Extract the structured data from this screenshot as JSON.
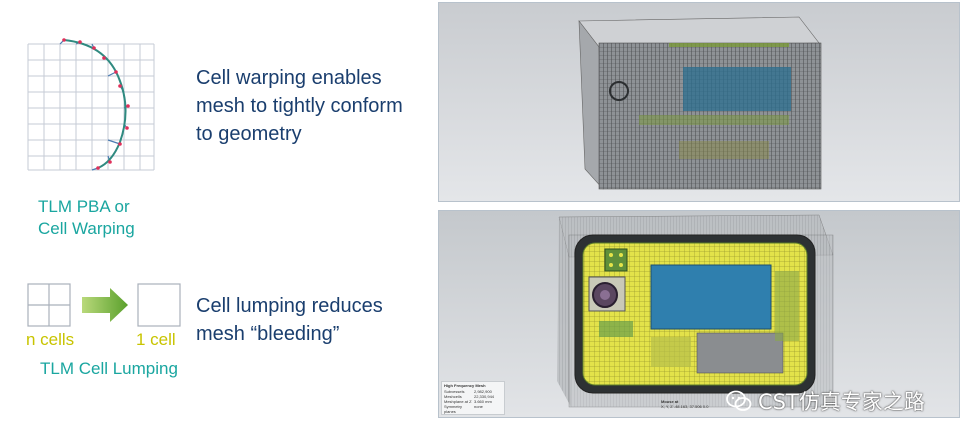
{
  "warping": {
    "description_lines": [
      "Cell warping enables",
      "mesh to tightly conform",
      "to geometry"
    ],
    "label_lines": [
      "TLM PBA or",
      "Cell Warping"
    ]
  },
  "lumping": {
    "description_lines": [
      "Cell lumping reduces",
      "mesh “bleeding”"
    ],
    "n_cells_label": "n cells",
    "one_cell_label": "1 cell",
    "label": "TLM Cell Lumping"
  },
  "mesh_info": {
    "title": "High Frequency Mesh",
    "rows": [
      {
        "k": "Subvessels",
        "v": "2,982,900"
      },
      {
        "k": "Meshcells",
        "v": "22,330,944"
      },
      {
        "k": "Meshplane at Z",
        "v": "3.660 mm"
      },
      {
        "k": "Symmetry planes",
        "v": "none"
      }
    ]
  },
  "mouse_info": {
    "title": "Mouse at",
    "value": "X, Y, Z   -48.163, 37.506   0.0"
  },
  "watermark": "CST仿真专家之路",
  "colors": {
    "description_blue": "#1a3e6e",
    "label_teal": "#1aa6a0",
    "cell_yellow": "#c8c400"
  }
}
